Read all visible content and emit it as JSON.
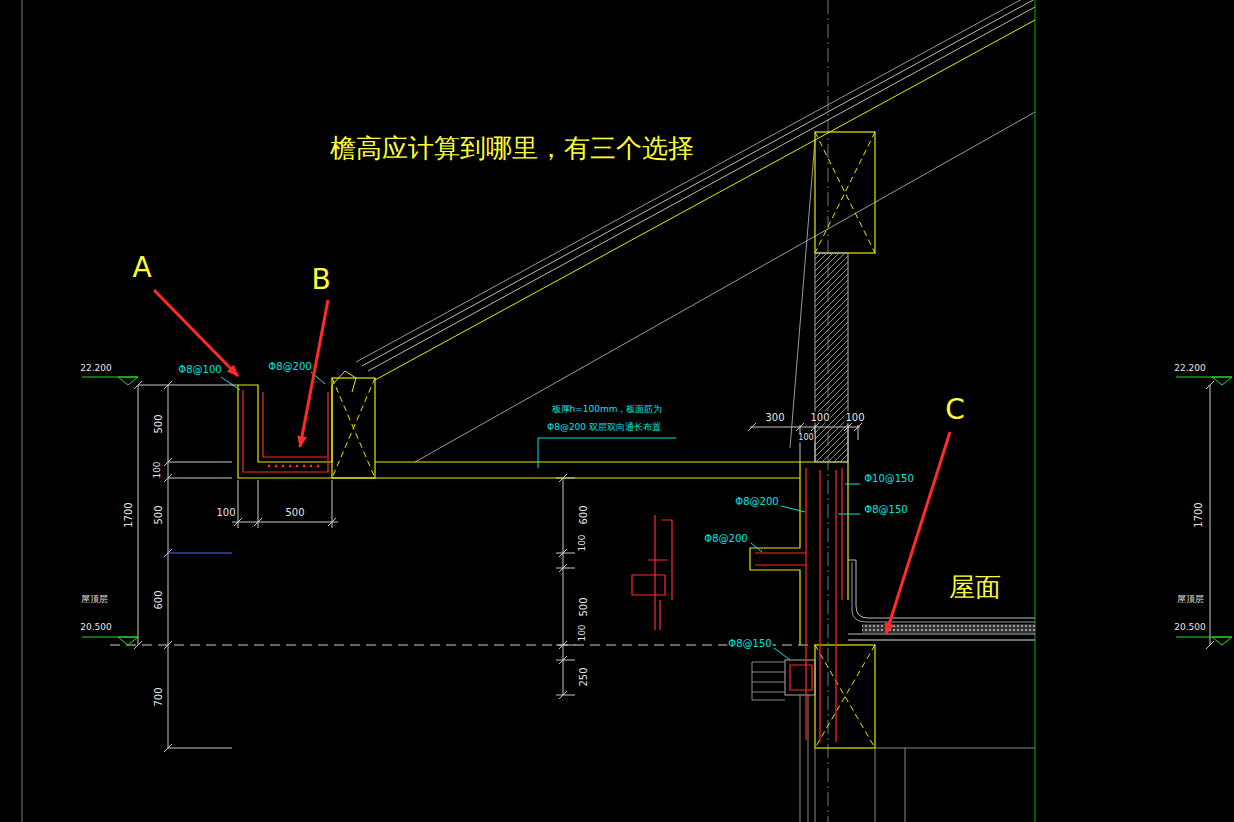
{
  "diagram": {
    "title": "檐高应计算到哪里，有三个选择",
    "labels": [
      "A",
      "B",
      "22.200",
      "Φ8@100",
      "Φ8@200",
      "22.200",
      "C",
      "板厚h=100mm，板面筋为",
      "Φ8@200 双层双向通长布置",
      "300",
      "100",
      "100",
      "100",
      "500",
      "100",
      "1700",
      "500",
      "100",
      "500",
      "600",
      "100",
      "500",
      "100",
      "250",
      "Φ10@150",
      "Φ8@150",
      "Φ8@200",
      "Φ8@200",
      "Φ8@150",
      "屋面",
      "600",
      "屋顶层",
      "20.500",
      "700",
      "1700",
      "屋顶层",
      "20.500"
    ]
  }
}
